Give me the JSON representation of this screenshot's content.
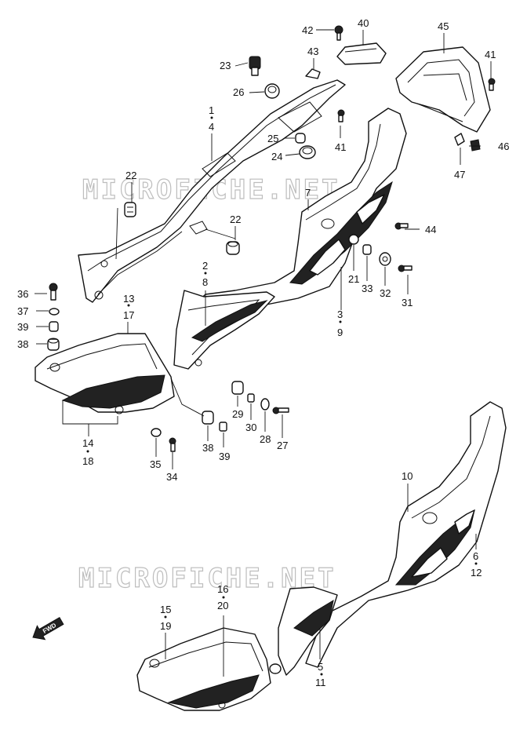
{
  "watermark": "MICROFICHE.NET",
  "fwd_label": "FWD",
  "labels": {
    "l42": "42",
    "l40": "40",
    "l45": "45",
    "l43": "43",
    "l41a": "41",
    "l23": "23",
    "l26": "26",
    "l1": "1",
    "l4": "4",
    "l41b": "41",
    "l25": "25",
    "l46": "46",
    "l24": "24",
    "l47": "47",
    "l22a": "22",
    "l7": "7",
    "l22b": "22",
    "l44": "44",
    "l2": "2",
    "l8": "8",
    "l21": "21",
    "l33": "33",
    "l32": "32",
    "l31": "31",
    "l3": "3",
    "l9": "9",
    "l36": "36",
    "l13": "13",
    "l17": "17",
    "l37": "37",
    "l39a": "39",
    "l38a": "38",
    "l29": "29",
    "l30": "30",
    "l28": "28",
    "l27": "27",
    "l14": "14",
    "l18": "18",
    "l38b": "38",
    "l39b": "39",
    "l35": "35",
    "l34": "34",
    "l10": "10",
    "l6": "6",
    "l12": "12",
    "l16": "16",
    "l20": "20",
    "l15": "15",
    "l19": "19",
    "l5": "5",
    "l11": "11"
  }
}
